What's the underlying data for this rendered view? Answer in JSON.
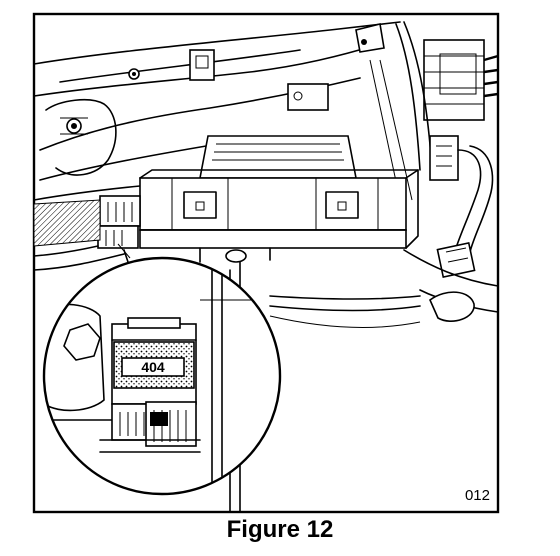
{
  "figure": {
    "number_code": "012",
    "inset_label": "404",
    "caption": "Figure 12"
  }
}
